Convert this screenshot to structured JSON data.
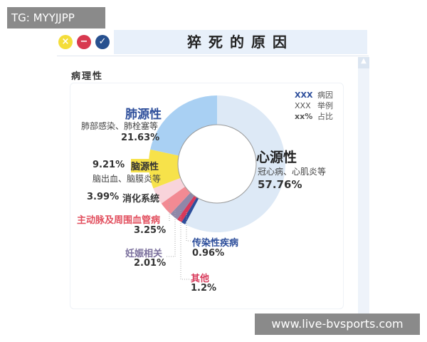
{
  "tag": "TG: MYYJJPP",
  "watermark": "www.live-bvsports.com",
  "window": {
    "title": "猝死的原因",
    "buttons": [
      "close-icon",
      "minimize-icon",
      "check-icon"
    ]
  },
  "section": "病理性",
  "legend": [
    {
      "mark": "XXX",
      "text": "病因"
    },
    {
      "mark": "XXX",
      "text": "举例"
    },
    {
      "mark": "xx%",
      "text": "占比"
    }
  ],
  "chart_data": {
    "type": "pie",
    "donut": true,
    "title": "猝死的原因",
    "categories": [
      "心源性",
      "传染性疾病",
      "其他",
      "妊娠相关",
      "主动脉及周围血管病",
      "消化系统",
      "脑源性",
      "肺源性"
    ],
    "values": [
      57.76,
      0.96,
      1.2,
      2.01,
      3.25,
      3.99,
      9.21,
      21.63
    ],
    "labels": [
      "57.76%",
      "0.96%",
      "1.2%",
      "2.01%",
      "3.25%",
      "3.99%",
      "9.21%",
      "21.63%"
    ],
    "examples": {
      "心源性": "冠心病、心肌炎等",
      "肺源性": "肺部感染、肺栓塞等",
      "脑源性": "脑出血、脑膜炎等"
    },
    "colors": [
      "#dde9f6",
      "#2d4e9b",
      "#d8395a",
      "#8f87a8",
      "#f28a93",
      "#f8d4db",
      "#f7e24a",
      "#a9d0f3"
    ]
  }
}
